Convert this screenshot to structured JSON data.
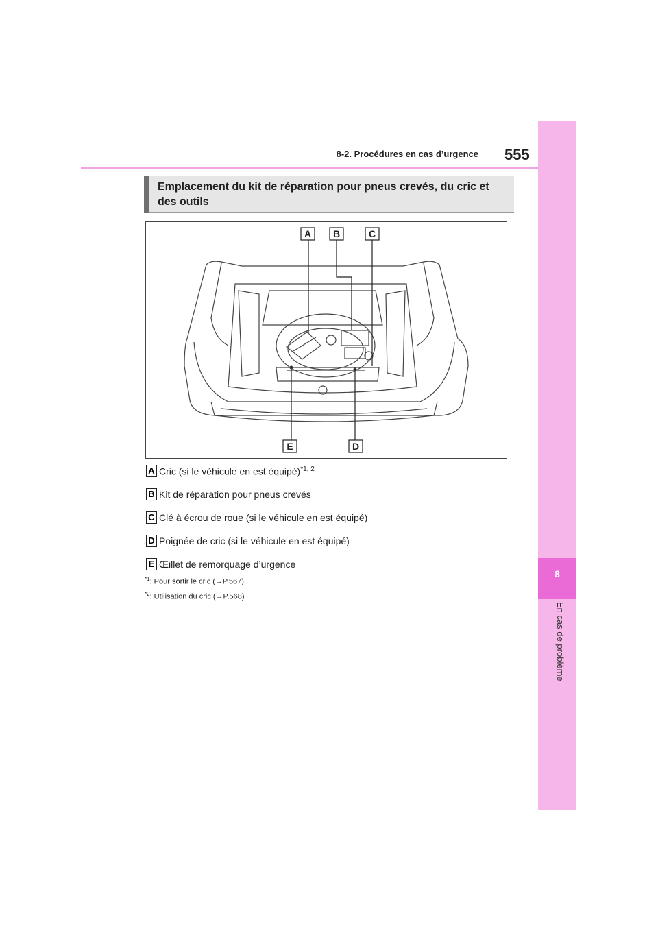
{
  "header": {
    "section": "8-2. Procédures en cas d’urgence",
    "page_number": "555"
  },
  "side_tab": {
    "chapter_number": "8",
    "chapter_title": "En cas de problème"
  },
  "heading": "Emplacement du kit de réparation pour pneus crevés, du cric et des outils",
  "figure": {
    "labels": [
      "A",
      "B",
      "C",
      "D",
      "E"
    ]
  },
  "items": [
    {
      "letter": "A",
      "text": "Cric (si le véhicule en est équipé)",
      "sup": "*1, 2"
    },
    {
      "letter": "B",
      "text": "Kit de réparation pour pneus crevés",
      "sup": ""
    },
    {
      "letter": "C",
      "text": "Clé à écrou de roue (si le véhicule en est équipé)",
      "sup": ""
    },
    {
      "letter": "D",
      "text": "Poignée de cric (si le véhicule en est équipé)",
      "sup": ""
    },
    {
      "letter": "E",
      "text": "Œillet de remorquage d’urgence",
      "sup": ""
    }
  ],
  "notes": [
    {
      "mark": "*1",
      "text": ": Pour sortir le cric (→P.567)"
    },
    {
      "mark": "*2",
      "text": ": Utilisation du cric (→P.568)"
    }
  ]
}
